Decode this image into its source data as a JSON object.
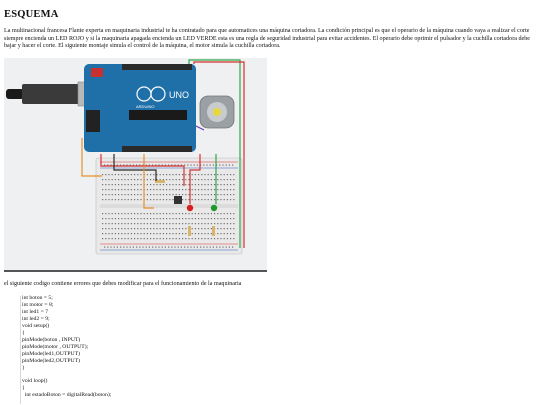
{
  "doc": {
    "title": "ESQUEMA",
    "paragraph": "La multinacional francesa Flante experta en maquinaria industrial te ha contratado para que automatices una máquina cortadora. La condición principal es que el operario de la máquina cuando vaya a realizar el corte siempre encienda un LED ROJO y si la maquinaria apagada encienda un LED VERDE esta es una regla de seguridad industrial para evitar accidentes. El operario debe oprimir el pulsador y la cuchilla cortadora debe bajar y hacer el corte. El siguiente montaje simula el control de la máquina, el motor simula la cuchilla cortadora.",
    "caption": "el siguiente codigo contiene errores que debes modificar para el funcionamiento de la maquinaria",
    "code_lines": [
      "int boton = 5;",
      "int motor = 8;",
      "int led1 = 7",
      "int led2 = 9;",
      "void setup()",
      "{",
      "pinMode(boton , INPUT)",
      "pinMode(motor , OUTPUT);",
      "pinMode(led1,OUTPUT)",
      "pinMode(led2,OUTPUT)",
      "}",
      "",
      "void loop()",
      "{",
      "  int estadoBoton = digitalRead(boton);"
    ]
  },
  "figure": {
    "board_label": "UNO",
    "board_brand": "ARDUINO",
    "colors": {
      "board": "#1f6fa8",
      "breadboard": "#e9e9e9",
      "led_red": "#d42020",
      "led_green": "#1d9a2b",
      "wire_orange": "#e8902a",
      "wire_green": "#2fa84a",
      "wire_red": "#d83030",
      "wire_purple": "#6a3fb5",
      "background": "#eef0f1"
    }
  }
}
